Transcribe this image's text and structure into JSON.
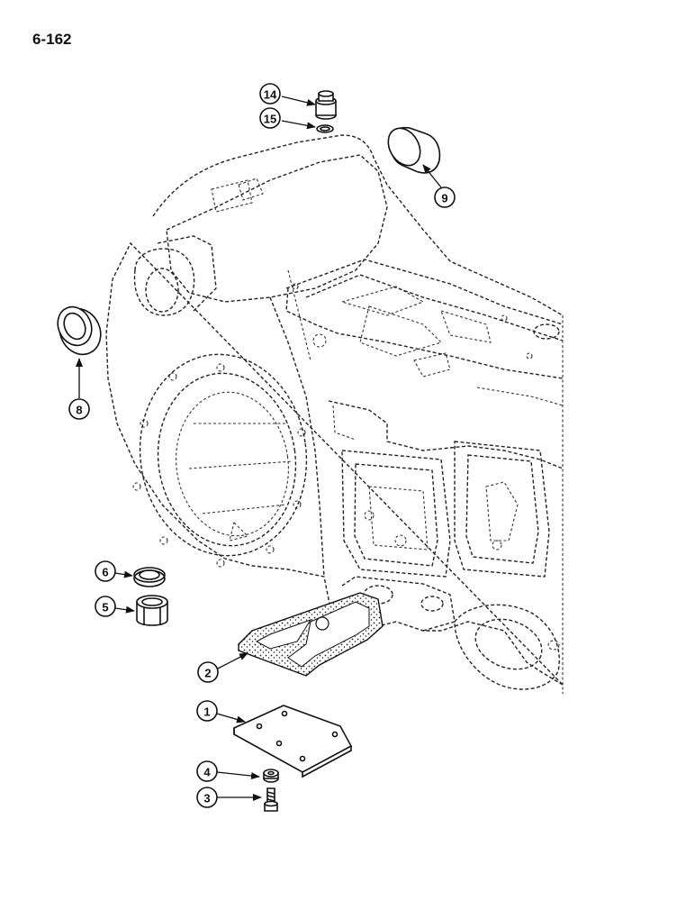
{
  "page": {
    "number": "6-162"
  },
  "callouts": [
    {
      "id": "14",
      "label": "14"
    },
    {
      "id": "15",
      "label": "15"
    },
    {
      "id": "9",
      "label": "9"
    },
    {
      "id": "8",
      "label": "8"
    },
    {
      "id": "6",
      "label": "6"
    },
    {
      "id": "5",
      "label": "5"
    },
    {
      "id": "2",
      "label": "2"
    },
    {
      "id": "1",
      "label": "1"
    },
    {
      "id": "4",
      "label": "4"
    },
    {
      "id": "3",
      "label": "3"
    }
  ]
}
